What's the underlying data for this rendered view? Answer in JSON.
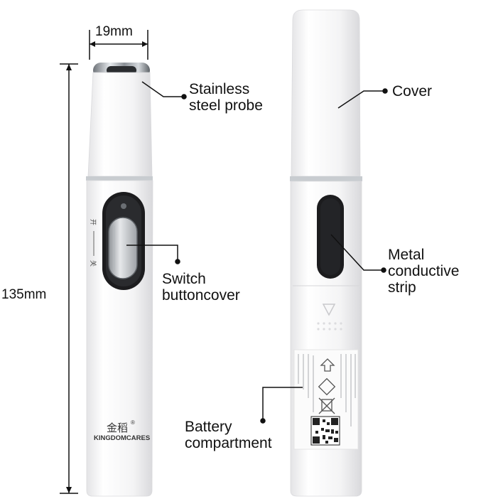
{
  "dimensions": {
    "width_label": "19mm",
    "height_label": "135mm"
  },
  "labels": {
    "probe_line1": "Stainless",
    "probe_line2": "steel probe",
    "cover": "Cover",
    "switch_line1": "Switch",
    "switch_line2": "buttoncover",
    "strip_line1": "Metal",
    "strip_line2": "conductive",
    "strip_line3": "strip",
    "battery_line1": "Battery",
    "battery_line2": "compartment"
  },
  "brand": {
    "chinese": "金稻",
    "latin": "KINGDOMCARES",
    "mark": "®"
  },
  "switch_marks": {
    "on": "开",
    "off": "关"
  },
  "colors": {
    "body": "#f3f3f3",
    "chrome": "#9aa0a6",
    "window": "#1c1c1e",
    "line": "#111111"
  },
  "icons": [
    "dimension-arrow-icon",
    "leader-dot-icon",
    "qr-code-icon",
    "recycle-icon",
    "weee-bin-icon"
  ]
}
